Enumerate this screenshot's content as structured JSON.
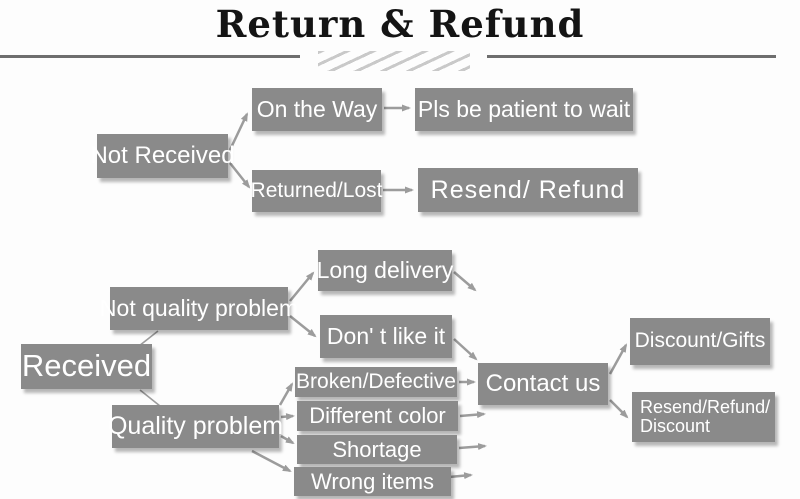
{
  "header": {
    "title": "Return & Refund"
  },
  "colors": {
    "background": "#fdfdfd",
    "box_fill": "#8a8a8a",
    "box_text": "#ffffff",
    "arrow": "#9c9c9c",
    "title_text": "#141414",
    "rule": "#6e6e6e",
    "hatch": "#c9c9c9"
  },
  "flowchart": {
    "nodes": {
      "not_received": "Not Received",
      "on_the_way": "On the Way",
      "pls_be_patient": "Pls be patient to wait",
      "returned_lost": "Returned/Lost",
      "resend_refund": "Resend/ Refund",
      "received": "Received",
      "not_quality_problem": "Not quality problem",
      "long_delivery": "Long delivery",
      "dont_like_it": "Don' t like it",
      "quality_problem": "Quality problem",
      "broken_defective": "Broken/Defective",
      "different_color": "Different color",
      "shortage": "Shortage",
      "wrong_items": "Wrong items",
      "contact_us": "Contact us",
      "discount_gifts": "Discount/Gifts",
      "resend_refund_discount_line1": "Resend/Refund/",
      "resend_refund_discount_line2": "Discount"
    },
    "edges": [
      {
        "from": "not_received",
        "to": "on_the_way"
      },
      {
        "from": "not_received",
        "to": "returned_lost"
      },
      {
        "from": "on_the_way",
        "to": "pls_be_patient"
      },
      {
        "from": "returned_lost",
        "to": "resend_refund"
      },
      {
        "from": "received",
        "to": "not_quality_problem"
      },
      {
        "from": "received",
        "to": "quality_problem"
      },
      {
        "from": "not_quality_problem",
        "to": "long_delivery"
      },
      {
        "from": "not_quality_problem",
        "to": "dont_like_it"
      },
      {
        "from": "long_delivery",
        "to": "contact_us"
      },
      {
        "from": "dont_like_it",
        "to": "contact_us"
      },
      {
        "from": "quality_problem",
        "to": "broken_defective"
      },
      {
        "from": "quality_problem",
        "to": "different_color"
      },
      {
        "from": "quality_problem",
        "to": "shortage"
      },
      {
        "from": "quality_problem",
        "to": "wrong_items"
      },
      {
        "from": "broken_defective",
        "to": "contact_us"
      },
      {
        "from": "different_color",
        "to": "contact_us"
      },
      {
        "from": "shortage",
        "to": "contact_us"
      },
      {
        "from": "wrong_items",
        "to": "contact_us"
      },
      {
        "from": "contact_us",
        "to": "discount_gifts"
      },
      {
        "from": "contact_us",
        "to": "resend_refund_discount"
      }
    ]
  }
}
